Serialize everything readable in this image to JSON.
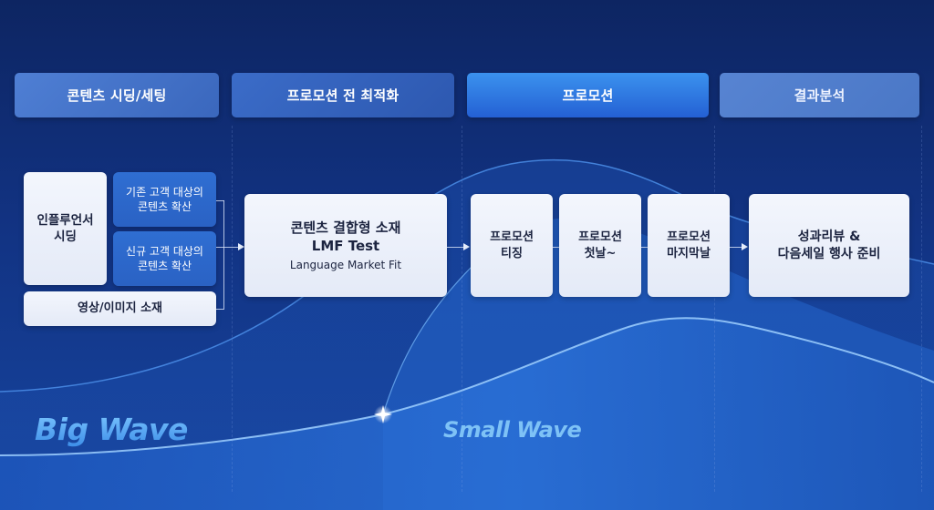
{
  "phases": [
    {
      "label": "콘텐츠 시딩/세팅"
    },
    {
      "label": "프로모션 전 최적화"
    },
    {
      "label": "프로모션"
    },
    {
      "label": "결과분석"
    }
  ],
  "seeding": {
    "influencer": {
      "line1": "인플루언서",
      "line2": "시딩"
    },
    "existing_customers": {
      "line1": "기존 고객 대상의",
      "line2": "콘텐츠 확산"
    },
    "new_customers": {
      "line1": "신규 고객 대상의",
      "line2": "콘텐츠 확산"
    },
    "media": {
      "label": "영상/이미지 소재"
    }
  },
  "optimization": {
    "line1": "콘텐츠 결합형 소재",
    "line2": "LMF Test",
    "line3": "Language Market Fit"
  },
  "promotion": [
    {
      "line1": "프로모션",
      "line2": "티징"
    },
    {
      "line1": "프로모션",
      "line2": "첫날~"
    },
    {
      "line1": "프로모션",
      "line2": "마지막날"
    }
  ],
  "analysis": {
    "line1": "성과리뷰 &",
    "line2": "다음세일 행사 준비"
  },
  "wave_labels": {
    "big": "Big Wave",
    "small": "Small Wave"
  },
  "colors": {
    "background": "#123383",
    "phase_active": "#2f7ae6",
    "box_light": "#eef2fb",
    "box_blue": "#2c68cb",
    "wave_text": "#6ab8f5"
  }
}
